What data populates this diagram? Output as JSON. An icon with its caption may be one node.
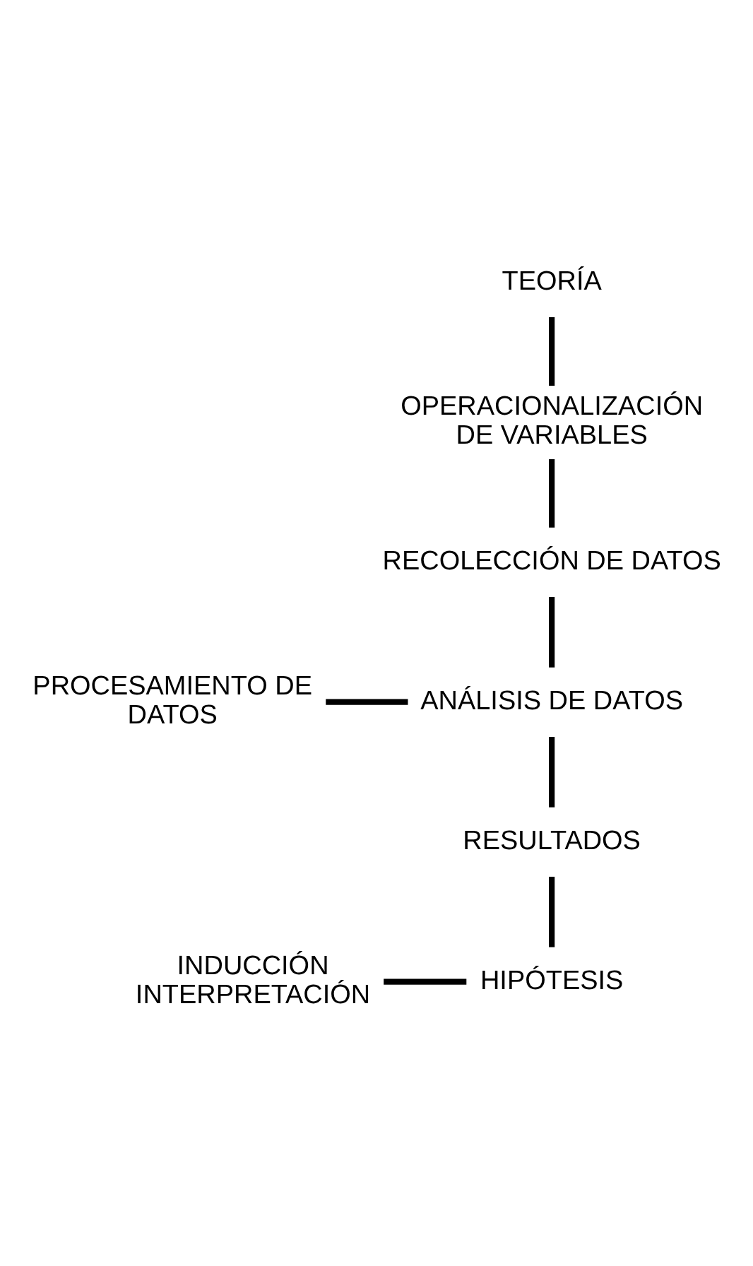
{
  "diagram": {
    "nodes": [
      {
        "text": [
          "TEORÍA"
        ]
      },
      {
        "text": [
          "OPERACIONALIZACIÓN DE VARIABLES"
        ]
      },
      {
        "text": [
          "RECOLECCIÓN DE DATOS"
        ]
      },
      {
        "text": [
          "PROCESAMIENTO DE DATOS"
        ]
      },
      {
        "text": [
          "ANÁLISIS DE DATOS"
        ]
      },
      {
        "text": [
          "RESULTADOS"
        ]
      },
      {
        "text": [
          "INDUCCIÓN INTERPRETACIÓN"
        ]
      },
      {
        "text": [
          "HIPÓTESIS"
        ]
      }
    ],
    "edges": [
      {
        "from": 0,
        "to": 1,
        "arrow": "none"
      },
      {
        "from": 1,
        "to": 2,
        "arrow": "none"
      },
      {
        "from": 2,
        "to": 4,
        "arrow": "none"
      },
      {
        "from": 3,
        "to": 4,
        "arrow": "none"
      },
      {
        "from": 4,
        "to": 5,
        "arrow": "none"
      },
      {
        "from": 5,
        "to": 7,
        "arrow": "none"
      },
      {
        "from": 6,
        "to": 7,
        "arrow": "none"
      }
    ]
  }
}
